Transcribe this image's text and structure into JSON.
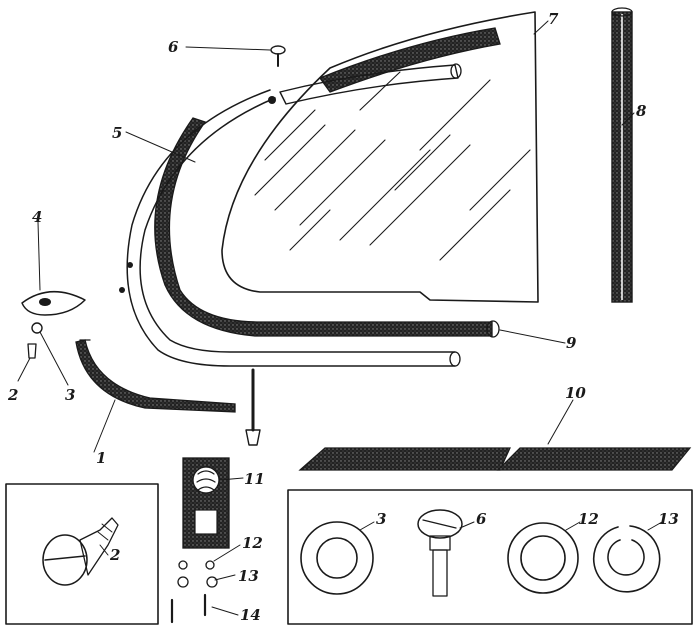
{
  "diagram": {
    "parts": [
      {
        "id": "p1",
        "label": "1"
      },
      {
        "id": "p2",
        "label": "2"
      },
      {
        "id": "p3",
        "label": "3"
      },
      {
        "id": "p4",
        "label": "4"
      },
      {
        "id": "p5",
        "label": "5"
      },
      {
        "id": "p6",
        "label": "6"
      },
      {
        "id": "p7",
        "label": "7"
      },
      {
        "id": "p8",
        "label": "8"
      },
      {
        "id": "p9",
        "label": "9"
      },
      {
        "id": "p10",
        "label": "10"
      },
      {
        "id": "p11",
        "label": "11"
      },
      {
        "id": "p12",
        "label": "12"
      },
      {
        "id": "p13",
        "label": "13"
      },
      {
        "id": "p14",
        "label": "14"
      }
    ],
    "inset_left": {
      "label": "2"
    },
    "inset_right": {
      "labels": [
        "3",
        "6",
        "12",
        "13"
      ]
    },
    "colors": {
      "ink": "#1a1a1a",
      "paper": "#ffffff"
    }
  }
}
